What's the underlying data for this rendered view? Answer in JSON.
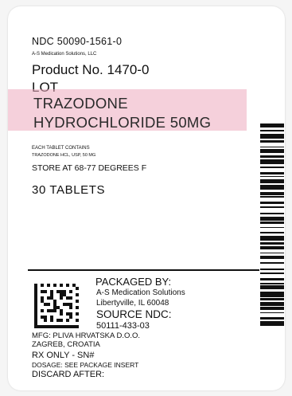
{
  "label": {
    "ndc": "NDC  50090-1561-0",
    "company": "A-S Medication Solutions, LLC",
    "product_no": "Product No. 1470-0",
    "lot": "LOT",
    "drug_line1": "TRAZODONE",
    "drug_line2": "HYDROCHLORIDE 50MG",
    "each_tablet": "EACH TABLET CONTAINS",
    "ingredient": "TRAZODONE HCL, USP, 50 MG",
    "storage": "STORE AT 68-77 DEGREES F",
    "count": "30 TABLETS",
    "packaged_by": "PACKAGED BY:",
    "packager_name": "A-S Medication Solutions",
    "packager_address": "Libertyville, IL  60048",
    "source_label": "SOURCE NDC:",
    "source_ndc": "50111-433-03",
    "mfg_line1": "MFG:  PLIVA HRVATSKA D.O.O.",
    "mfg_line2": "ZAGREB, CROATIA",
    "rx": "RX ONLY -      SN#",
    "dosage": "DOSAGE: SEE PACKAGE INSERT",
    "discard": "DISCARD AFTER:"
  },
  "colors": {
    "highlight_band": "#ecaabe",
    "ink": "#111111"
  },
  "icons": {
    "matrix_code": "datamatrix-code-icon",
    "barcode": "barcode-icon"
  }
}
